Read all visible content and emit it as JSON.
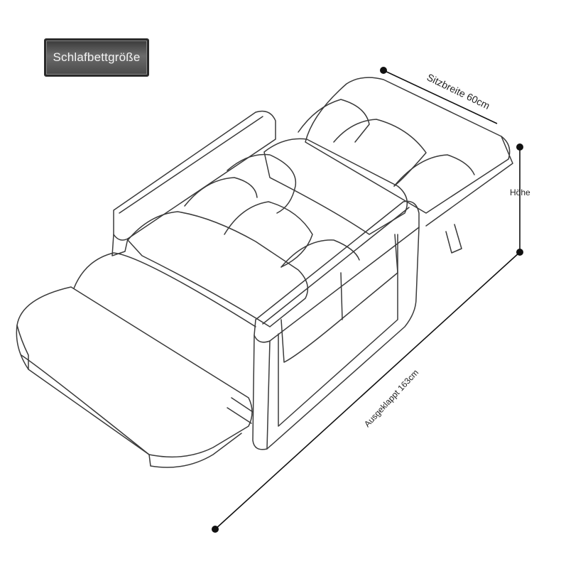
{
  "title": "Schlafbettgröße",
  "dimensions": {
    "seat_width": "Sitzbreite 60cm",
    "height": "Höhe",
    "unfolded_length": "Ausgeklappt 163cm"
  }
}
